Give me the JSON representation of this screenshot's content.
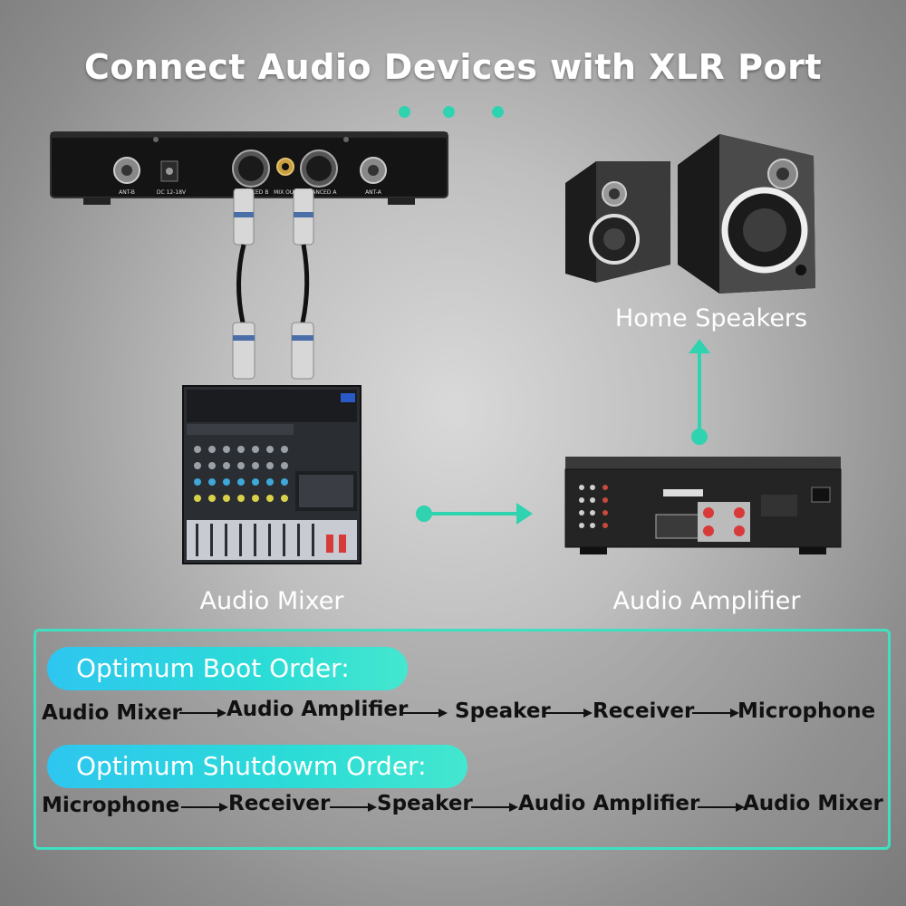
{
  "title": "Connect Audio Devices with XLR Port",
  "colors": {
    "accent": "#2fd3b0",
    "panel_border": "#3fe0bf"
  },
  "receiver": {
    "labels": [
      "ANT-B",
      "DC 12-18V",
      "BALANCED B",
      "MIX OUT",
      "BALANCED A",
      "ANT-A"
    ]
  },
  "devices": {
    "speakers": "Home Speakers",
    "mixer": "Audio Mixer",
    "amplifier": "Audio Amplifier"
  },
  "boot": {
    "heading": "Optimum Boot Order:",
    "steps": [
      "Audio Mixer",
      "Audio Amplifier",
      "Speaker",
      "Receiver",
      "Microphone"
    ]
  },
  "shutdown": {
    "heading": "Optimum Shutdowm Order:",
    "steps": [
      "Microphone",
      "Receiver",
      "Speaker",
      "Audio Amplifier",
      "Audio Mixer"
    ]
  }
}
